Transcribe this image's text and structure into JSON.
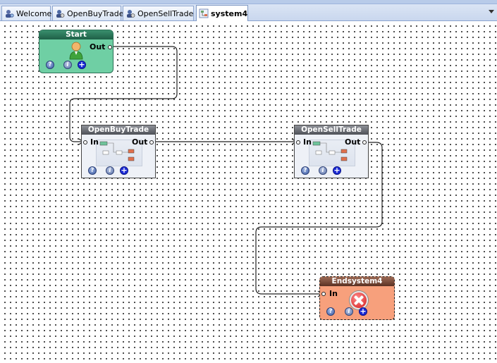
{
  "tabs": [
    {
      "label": "Welcome",
      "icon": "welcome-tab-icon",
      "active": false
    },
    {
      "label": "OpenBuyTrade",
      "icon": "subsystem-tab-icon",
      "active": false
    },
    {
      "label": "OpenSellTrade",
      "icon": "subsystem-tab-icon",
      "active": false
    },
    {
      "label": "system4",
      "icon": "system-tab-icon",
      "active": true
    }
  ],
  "nodes": {
    "start": {
      "title": "Start",
      "out_label": "Out",
      "color": "#6fcfa4"
    },
    "buy": {
      "title": "OpenBuyTrade",
      "in_label": "In",
      "out_label": "Out"
    },
    "sell": {
      "title": "OpenSellTrade",
      "in_label": "In",
      "out_label": "Out"
    },
    "end": {
      "title": "Endsystem4",
      "in_label": "In",
      "color": "#f7a07c"
    }
  },
  "buttons": {
    "help": "?",
    "info": "i",
    "add": "+"
  },
  "colors": {
    "wire": "#222222",
    "canvas_dots": "#222222"
  }
}
